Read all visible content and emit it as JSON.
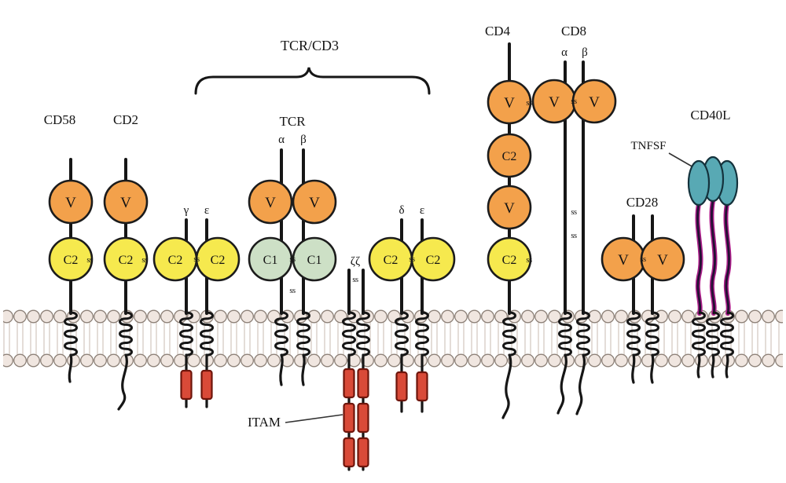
{
  "labels": {
    "cd58": "CD58",
    "cd2": "CD2",
    "tcr_cd3": "TCR/CD3",
    "tcr": "TCR",
    "alpha": "α",
    "beta": "β",
    "gamma": "γ",
    "epsilon": "ε",
    "delta": "δ",
    "zeta_pair": "ζζ",
    "itam": "ITAM",
    "cd4": "CD4",
    "cd8": "CD8",
    "cd28": "CD28",
    "cd40l": "CD40L",
    "tnfsf": "TNFSF",
    "ss": "ss"
  },
  "domains": {
    "v": "V",
    "c1": "C1",
    "c2": "C2"
  },
  "colors": {
    "ig_v_orange": "#F3A14B",
    "ig_c2_yellow": "#F6E94E",
    "ig_c1_green": "#CDE0C6",
    "itam_red": "#D94A38",
    "tnf_teal": "#58A9B4",
    "lipid_head": "#F0E6E0",
    "outline": "#161616",
    "cd40l_tail_magenta": "#AC1F8A"
  },
  "proteins": [
    {
      "name": "CD58",
      "domains": [
        "V",
        "C2"
      ],
      "disulfide_ss": true
    },
    {
      "name": "CD2",
      "domains": [
        "V",
        "C2"
      ],
      "disulfide_ss": true
    },
    {
      "name": "TCR/CD3",
      "chains": [
        {
          "chain": "γ",
          "domains": [
            "C2"
          ],
          "itams": 1
        },
        {
          "chain": "ε",
          "domains": [
            "C2"
          ],
          "itams": 1
        },
        {
          "chain": "TCR α",
          "domains": [
            "V",
            "C1"
          ]
        },
        {
          "chain": "TCR β",
          "domains": [
            "V",
            "C1"
          ]
        },
        {
          "chain": "ζζ",
          "itams_per_chain": 3
        },
        {
          "chain": "δ",
          "domains": [
            "C2"
          ],
          "itams": 1
        },
        {
          "chain": "ε",
          "domains": [
            "C2"
          ],
          "itams": 1
        }
      ]
    },
    {
      "name": "CD4",
      "domains": [
        "V",
        "C2",
        "V",
        "C2"
      ],
      "disulfide_ss": true
    },
    {
      "name": "CD8",
      "chains": [
        "α",
        "β"
      ],
      "domains": [
        "V",
        "V"
      ],
      "disulfide_ss": true
    },
    {
      "name": "CD28",
      "domains": [
        "V",
        "V"
      ],
      "disulfide_ss": true
    },
    {
      "name": "CD40L",
      "family_label": "TNFSF",
      "trimer": true
    }
  ]
}
